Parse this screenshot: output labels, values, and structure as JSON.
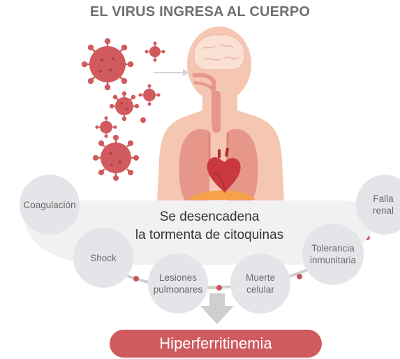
{
  "title": "EL VIRUS INGRESA AL CUERPO",
  "cascade_text": {
    "line1": "Se desencadena",
    "line2": "la tormenta de citoquinas"
  },
  "effects": [
    {
      "line1": "Coagulación",
      "line2": ""
    },
    {
      "line1": "Shock",
      "line2": ""
    },
    {
      "line1": "Lesiones",
      "line2": "pulmonares"
    },
    {
      "line1": "Muerte",
      "line2": "celular"
    },
    {
      "line1": "Tolerancia",
      "line2": "inmunitaria"
    },
    {
      "line1": "Falla",
      "line2": "renal"
    }
  ],
  "result": "Hiperferritinemia",
  "colors": {
    "title": "#6f6f6f",
    "virus": "#d05a5d",
    "skin": "#f5c6b2",
    "lungs": "#e7978a",
    "heart": "#c8383e",
    "circle": "#e4e5e8",
    "connector_dot": "#c9545c",
    "result_bg": "#cf5b5e",
    "arrow": "#cfcfcf"
  }
}
